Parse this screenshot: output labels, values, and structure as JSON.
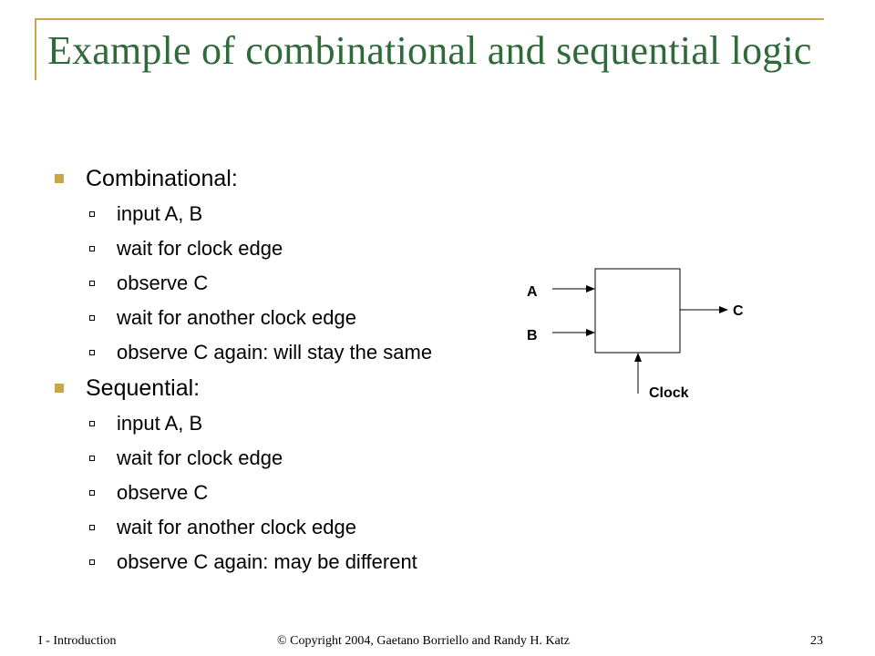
{
  "title": "Example of combinational and sequential logic",
  "sections": [
    {
      "heading": "Combinational:",
      "items": [
        "input A, B",
        "wait for clock edge",
        "observe C",
        "wait for another clock edge",
        "observe C again: will stay the same"
      ]
    },
    {
      "heading": "Sequential:",
      "items": [
        "input A, B",
        "wait for clock edge",
        "observe C",
        "wait for another clock edge",
        "observe C again: may be different"
      ]
    }
  ],
  "diagram": {
    "input_a": "A",
    "input_b": "B",
    "output_c": "C",
    "clock": "Clock"
  },
  "footer": {
    "left": "I - Introduction",
    "center": "© Copyright 2004, Gaetano Borriello and Randy H. Katz",
    "page": "23"
  },
  "colors": {
    "title": "#2F6B3A",
    "accent": "#C9A648"
  }
}
